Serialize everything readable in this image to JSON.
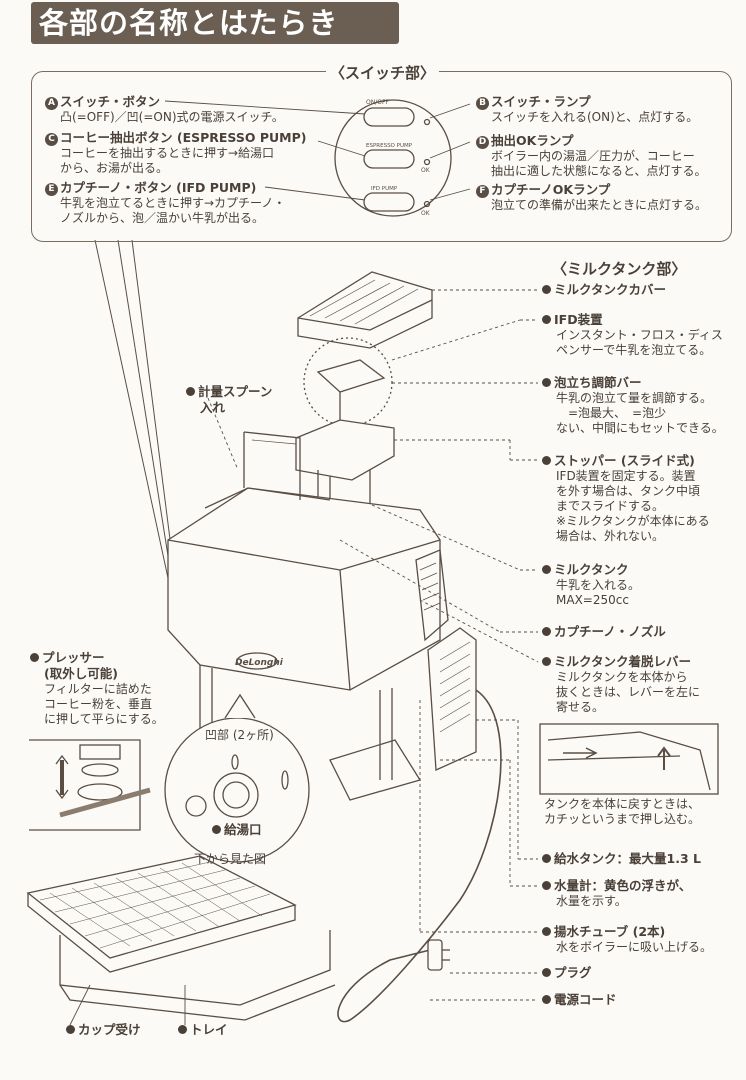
{
  "title": "各部の名称とはたらき",
  "switch_section": {
    "title": "〈スイッチ部〉",
    "A": {
      "badge": "A",
      "name": "スイッチ・ボタン",
      "desc": [
        "凸(=OFF)／凹(=ON)式の電源スイッチ。"
      ]
    },
    "C": {
      "badge": "C",
      "name": "コーヒー抽出ボタン (ESPRESSO PUMP)",
      "desc": [
        "コーヒーを抽出するときに押す→給湯口",
        "から、お湯が出る。"
      ]
    },
    "E": {
      "badge": "E",
      "name": "カプチーノ・ボタン (IFD PUMP)",
      "desc": [
        "牛乳を泡立てるときに押す→カプチーノ・",
        "ノズルから、泡／温かい牛乳が出る。"
      ]
    },
    "B": {
      "badge": "B",
      "name": "スイッチ・ランプ",
      "desc": [
        "スイッチを入れる(ON)と、点灯する。"
      ]
    },
    "D": {
      "badge": "D",
      "name": "抽出OKランプ",
      "desc": [
        "ボイラー内の湯温／圧力が、コーヒー",
        "抽出に適した状態になると、点灯する。"
      ]
    },
    "F": {
      "badge": "F",
      "name": "カプチーノOKランプ",
      "desc": [
        "泡立ての準備が出来たときに点灯する。"
      ]
    },
    "panel": {
      "onoff": "ON/OFF",
      "espresso": "ESPRESSO PUMP",
      "ifd": "IFD PUMP",
      "ok1": "OK",
      "ok2": "OK"
    }
  },
  "milk_section": {
    "title": "〈ミルクタンク部〉",
    "items": [
      {
        "name": "ミルクタンクカバー",
        "desc": []
      },
      {
        "name": "IFD装置",
        "desc": [
          "インスタント・フロス・ディス",
          "ペンサーで牛乳を泡立てる。"
        ]
      },
      {
        "name": "泡立ち調節バー",
        "desc": [
          "牛乳の泡立て量を調節する。",
          "　=泡最大、　=泡少",
          "ない、中間にもセットできる。"
        ]
      },
      {
        "name": "ストッパー (スライド式)",
        "desc": [
          "IFD装置を固定する。装置",
          "を外す場合は、タンク中頃",
          "までスライドする。",
          "※ミルクタンクが本体にある",
          "場合は、外れない。"
        ]
      },
      {
        "name": "ミルクタンク",
        "desc": [
          "牛乳を入れる。",
          "MAX=250cc"
        ]
      },
      {
        "name": "カプチーノ・ノズル",
        "desc": []
      },
      {
        "name": "ミルクタンク着脱レバー",
        "desc": [
          "ミルクタンクを本体から",
          "抜くときは、レバーを左に",
          "寄せる。"
        ]
      }
    ],
    "tank_return": [
      "タンクを本体に戻すときは、",
      "カチッというまで押し込む。"
    ]
  },
  "lower_items": [
    {
      "name": "給水タンク：最大量1.3 L",
      "desc": []
    },
    {
      "name": "水量計：黄色の浮きが、",
      "desc": [
        "水量を示す。"
      ]
    },
    {
      "name": "揚水チューブ (2本)",
      "desc": [
        "水をボイラーに吸い上げる。"
      ]
    },
    {
      "name": "プラグ",
      "desc": []
    },
    {
      "name": "電源コード",
      "desc": []
    }
  ],
  "left_items": {
    "spoon": [
      "計量スプーン",
      "入れ"
    ],
    "presser": {
      "name": "プレッサー",
      "sub": "(取外し可能)",
      "desc": [
        "フィルターに詰めた",
        "コーヒー粉を、垂直",
        "に押して平らにする。"
      ]
    },
    "recess": "凹部 (2ヶ所)",
    "outlet": "給湯口",
    "bottom_view": "下から見た図",
    "cup": "カップ受け",
    "tray": "トレイ"
  },
  "brand": "DeLonghi"
}
